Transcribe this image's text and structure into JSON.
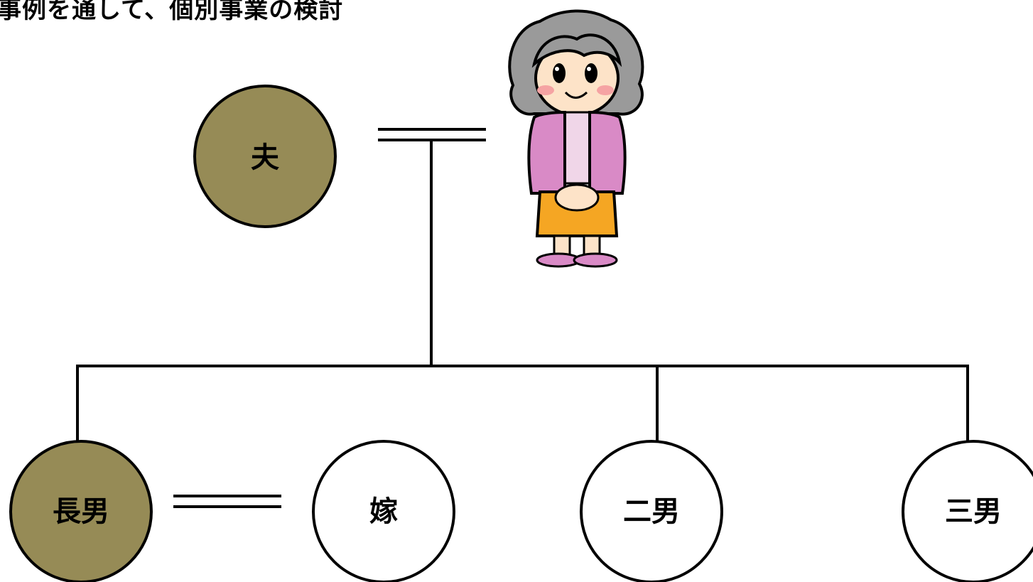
{
  "title": "事例を通して、個別事業の検討",
  "colors": {
    "filled_node": "#968b56",
    "empty_node": "#ffffff",
    "line": "#000000"
  },
  "nodes": {
    "husband": "夫",
    "eldest_son": "長男",
    "daughter_in_law": "嫁",
    "second_son": "二男",
    "third_son": "三男"
  },
  "illustration": "elderly-woman-icon"
}
